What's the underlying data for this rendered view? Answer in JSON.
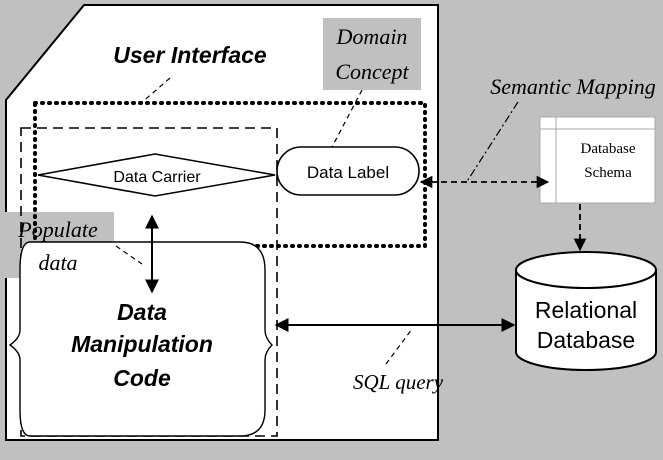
{
  "diagram": {
    "background_color": "#c0c0c0",
    "user_interface_title": "User Interface",
    "domain_concept_line1": "Domain",
    "domain_concept_line2": "Concept",
    "semantic_mapping": "Semantic Mapping",
    "database_schema_line1": "Database",
    "database_schema_line2": "Schema",
    "data_carrier": "Data Carrier",
    "data_label": "Data Label",
    "populate_data_line1": "Populate",
    "populate_data_line2": "data",
    "code_line1": "Data",
    "code_line2": "Manipulation",
    "code_line3": "Code",
    "relational_db_line1": "Relational",
    "relational_db_line2": "Database",
    "sql_query": "SQL query"
  }
}
